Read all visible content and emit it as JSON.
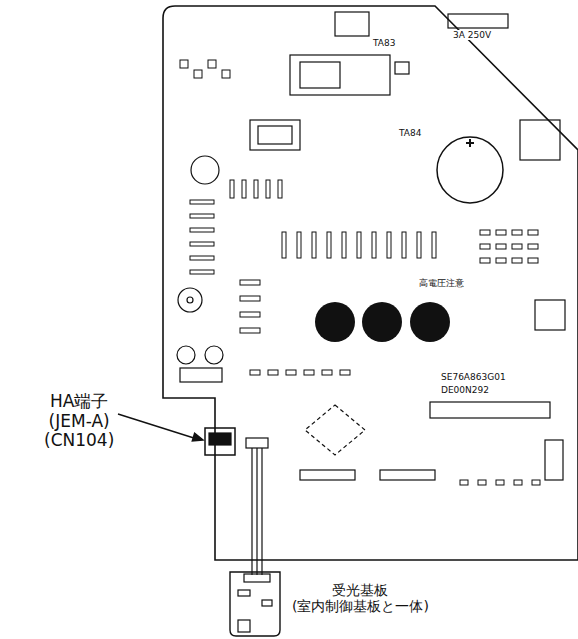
{
  "diagram": {
    "labels": [
      "HA端子 (JEM-A) (CN104)",
      "受光基板 (室内制御基板と一体)",
      "TA83",
      "3A 250V",
      "TA84",
      "高電圧注意",
      "SE76A863G01",
      "DE00N292"
    ]
  }
}
